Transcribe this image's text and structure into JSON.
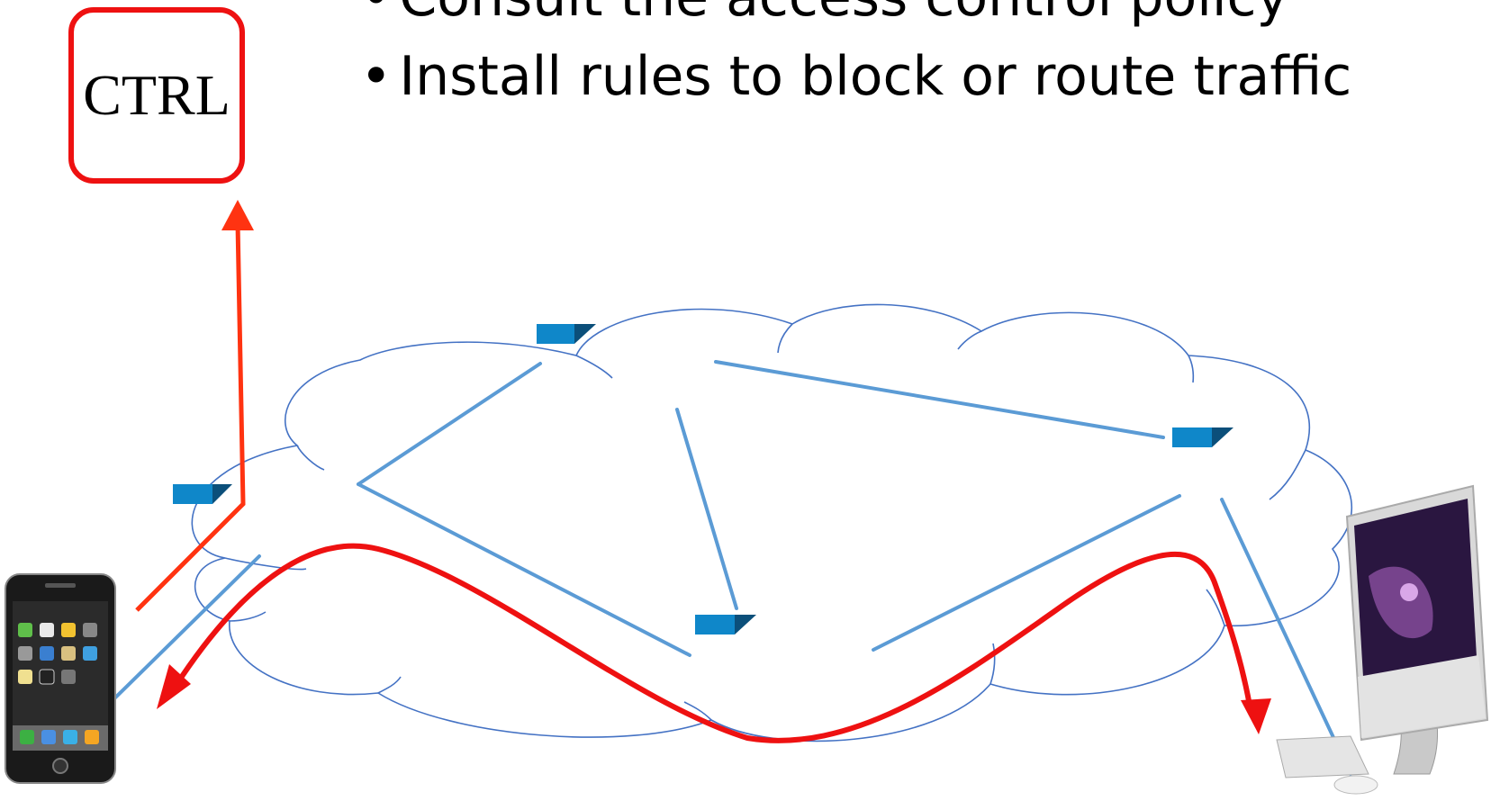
{
  "slide": {
    "bullets": [
      {
        "text": "Consult the access control policy"
      },
      {
        "text": "Install rules to block or route traffic"
      }
    ],
    "bullet_symbol": "•"
  },
  "diagram": {
    "controller_label": "CTRL",
    "nodes": {
      "controller": {
        "label": "CTRL",
        "border_color": "#ee1111"
      },
      "switches": [
        "switch-top-left",
        "switch-top-center",
        "switch-right",
        "switch-bottom-center"
      ],
      "endpoints": [
        "phone-icon",
        "desktop-computer-icon"
      ],
      "cloud": "network-cloud"
    },
    "colors": {
      "link": "#5b9bd5",
      "controller_channel": "#ff3311",
      "traffic_path": "#ee1111",
      "switch": "#0f87c9",
      "switch_dark": "#0b4f7a"
    }
  }
}
